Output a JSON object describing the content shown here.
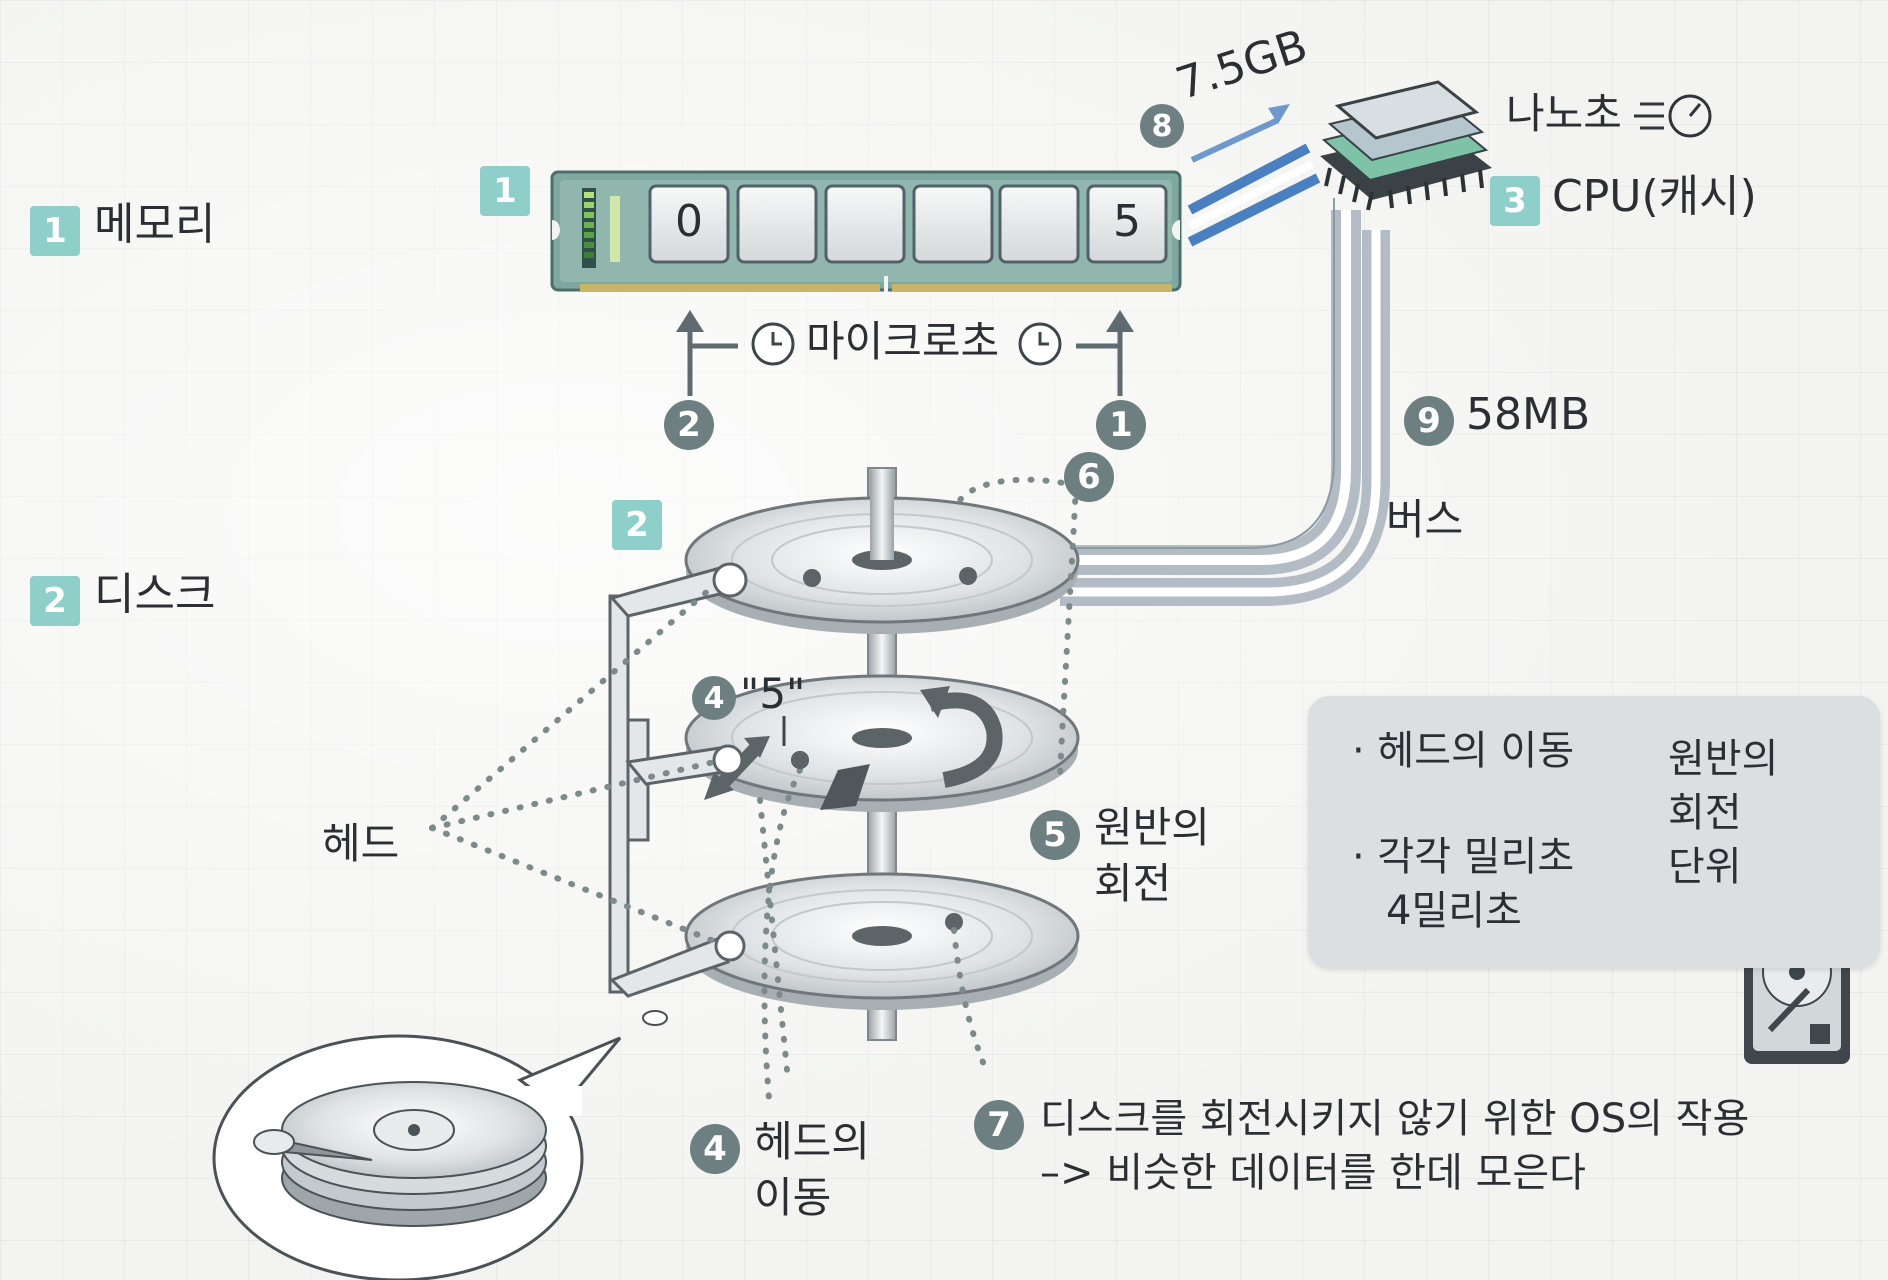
{
  "left_legend": {
    "memory": {
      "num": "1",
      "label": "메모리"
    },
    "disk": {
      "num": "2",
      "label": "디스크"
    }
  },
  "memory_module": {
    "tag": "1",
    "slots": [
      "0",
      "",
      "",
      "",
      "",
      "5"
    ]
  },
  "microseconds": {
    "label": "마이크로초",
    "arrow_left_num": "2",
    "arrow_right_num": "1"
  },
  "cpu": {
    "num": "3",
    "label": "CPU(캐시)",
    "speed_label": "나노초"
  },
  "transfer": {
    "num": "8",
    "label": "7.5GB"
  },
  "bus": {
    "num": "9",
    "size_label": "58MB",
    "label": "버스"
  },
  "disk_tag": "2",
  "head_label": "헤드",
  "platter": {
    "num6": "6",
    "num4_top": "4",
    "value_label": "\"5\""
  },
  "rotation": {
    "num": "5",
    "line1": "원반의",
    "line2": "회전"
  },
  "head_move": {
    "num": "4",
    "line1": "헤드의",
    "line2": "이동"
  },
  "os_note": {
    "num": "7",
    "line1": "디스크를 회전시키지 않기 위한 OS의 작용",
    "line2": "–> 비슷한 데이터를 한데 모은다"
  },
  "info_box": {
    "item1": "· 헤드의 이동",
    "item2": "· 각각 밀리초",
    "item2b": "4밀리초",
    "right1": "원반의",
    "right2": "회전",
    "right3": "단위"
  },
  "colors": {
    "teal": "#8fcfca",
    "circle": "#6e7f81",
    "pcb": "#7fa8a0",
    "bus_blue": "#4a7fc0"
  }
}
